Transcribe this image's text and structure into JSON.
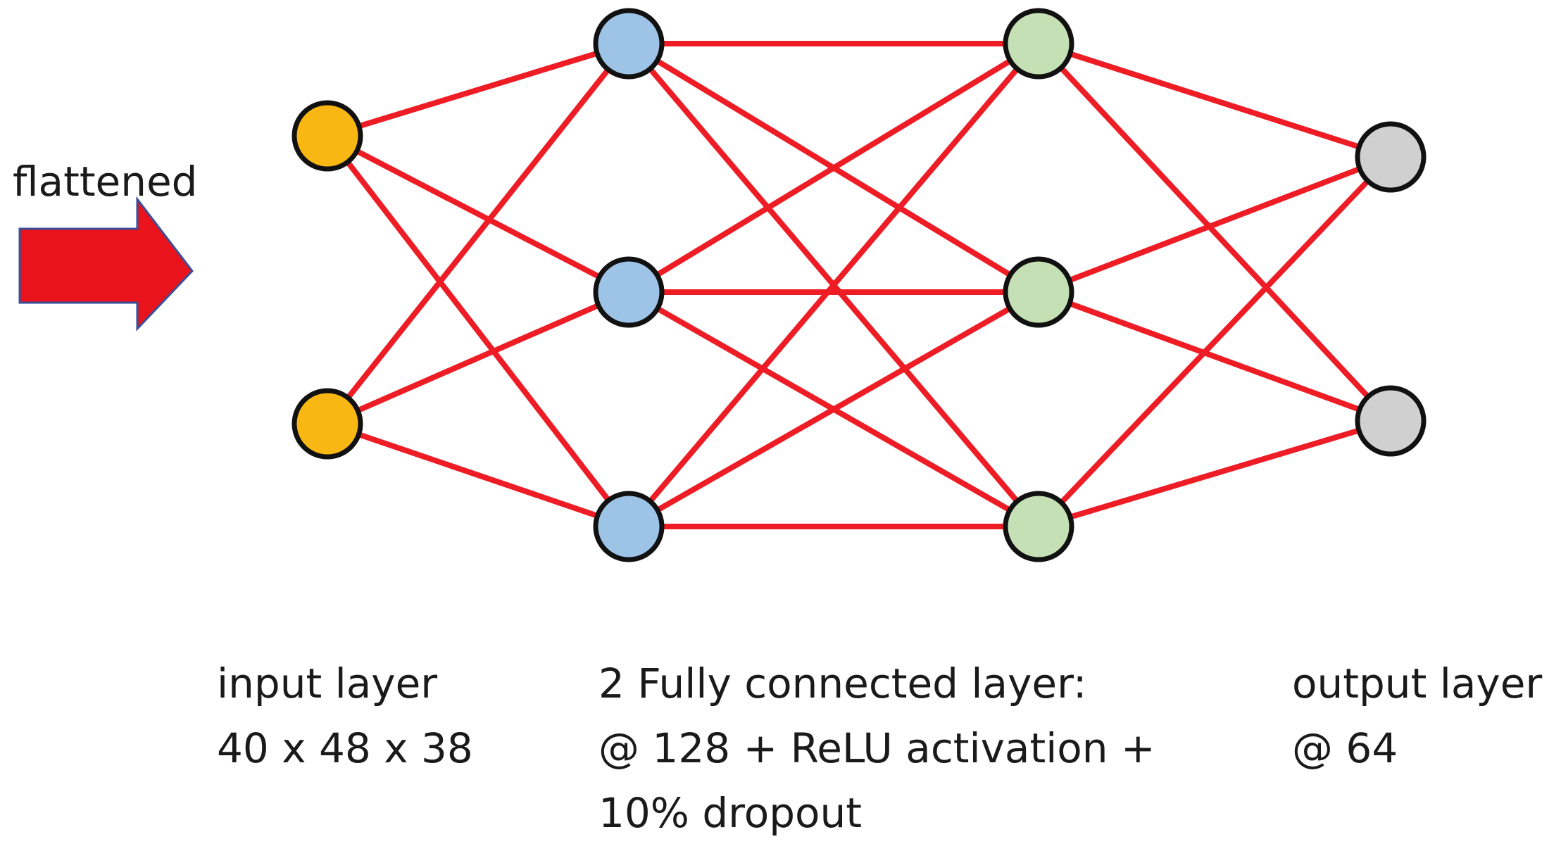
{
  "flatten_label": "flattened",
  "colors": {
    "edge": "#ee1c25",
    "arrow_fill": "#e8131b",
    "arrow_stroke": "#3a4f9a",
    "node_stroke": "#111111",
    "input_node": "#f9b714",
    "hidden1_node": "#9dc3e6",
    "hidden2_node": "#c5e0b4",
    "output_node": "#d0d0d0"
  },
  "network": {
    "layers": [
      {
        "name": "input",
        "color_key": "input_node",
        "node_count": 2
      },
      {
        "name": "hidden-1",
        "color_key": "hidden1_node",
        "node_count": 3
      },
      {
        "name": "hidden-2",
        "color_key": "hidden2_node",
        "node_count": 3
      },
      {
        "name": "output",
        "color_key": "output_node",
        "node_count": 2
      }
    ]
  },
  "labels": {
    "input": {
      "line1": "input layer",
      "line2": "40 x 48 x 38"
    },
    "hidden": {
      "line1": "2 Fully connected layer:",
      "line2": "@ 128 + ReLU activation +",
      "line3": "10% dropout"
    },
    "output": {
      "line1": "output layer",
      "line2": "@ 64"
    }
  }
}
